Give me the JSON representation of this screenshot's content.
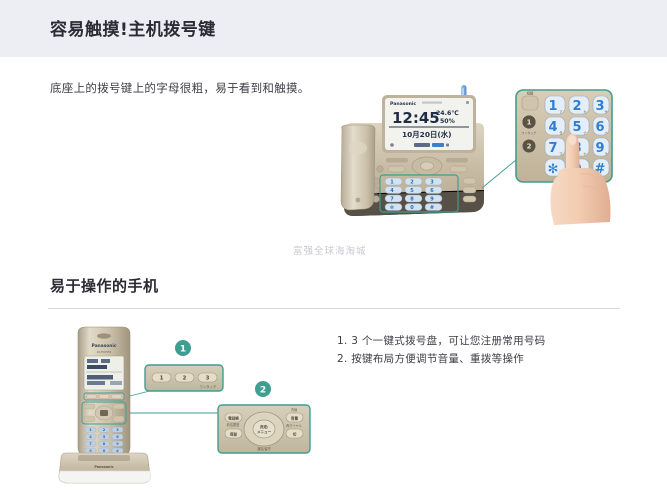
{
  "header": {
    "title": "容易触摸!主机拨号键",
    "background": "#edeef4"
  },
  "section1": {
    "subtitle": "底座上的拨号键上的字母很粗，易于看到和触摸。",
    "photo": {
      "name": "base-unit-photo",
      "brand": "Panasonic",
      "lcd": {
        "time": "12:45",
        "temperature": "24.6℃",
        "humidity": "50%",
        "date": "10月20日(水)"
      },
      "keypad_keys": [
        "1",
        "2",
        "3",
        "4",
        "5",
        "6",
        "7",
        "8",
        "9",
        "✻",
        "0",
        "#"
      ],
      "magnifier_keys": [
        "1",
        "2",
        "3",
        "4",
        "5",
        "6",
        "7",
        "8",
        "9",
        "✻",
        "0",
        "#"
      ],
      "pressed_key": "0",
      "side_keys": [
        "1",
        "2"
      ],
      "colors": {
        "body": "#cfc3ac",
        "handset": "#d6cdb9",
        "key_digit": "#2f7fd0",
        "highlight": "#3f9e90",
        "antenna": "#8fb8e0",
        "lcd": "#f2f3ee"
      }
    }
  },
  "watermark": {
    "text": "富强全球海淘城",
    "color": "#c9c9d1"
  },
  "section2": {
    "heading": "易于操作的手机",
    "bullets": [
      "1. 3 个一键式拨号盘，可让您注册常用号码",
      "2. 按键布局方便调节音量、重拨等操作"
    ],
    "photo": {
      "name": "cordless-handset-photo",
      "brand": "Panasonic",
      "badges": [
        "1",
        "2"
      ],
      "callout1_keys": [
        "1",
        "2",
        "3"
      ],
      "callout1_label": "ワンタッチ",
      "callout2_labels": {
        "top_right": "内線",
        "left_top": "電話帳",
        "left_mid": "着信履歴",
        "left_bottom": "保留",
        "center": "決定/メニュー",
        "right_top": "音量",
        "right_mid": "再ダイヤル",
        "right_bottom": "切",
        "bottom": "通話/留守"
      },
      "colors": {
        "badge": "#3f9e90",
        "callout_border": "#3f9e90",
        "callout_fill": "#cfc9b4",
        "body": "#cfc3ac",
        "key": "#b9c8d8",
        "lcd": "#eef0e8"
      }
    }
  }
}
